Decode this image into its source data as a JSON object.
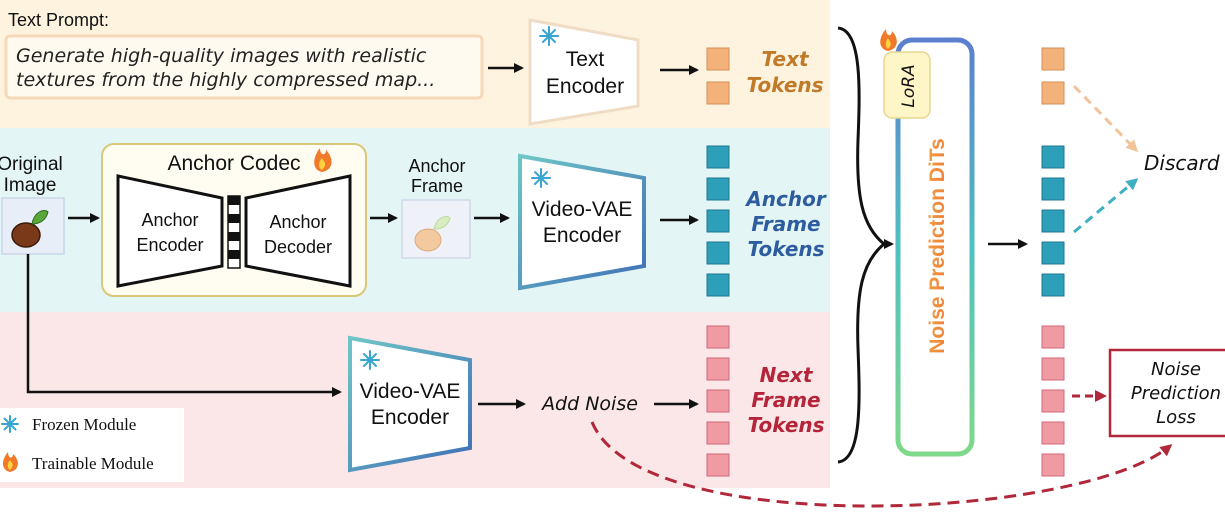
{
  "text_prompt": {
    "title": "Text Prompt:",
    "line1": "Generate high-quality images with realistic",
    "line2": "textures from the highly compressed map..."
  },
  "text_encoder": {
    "line1": "Text",
    "line2": "Encoder"
  },
  "text_tokens": {
    "line1": "Text",
    "line2": "Tokens"
  },
  "original_image": {
    "line1": "Original",
    "line2": "Image"
  },
  "anchor_codec": {
    "title": "Anchor Codec",
    "encoder_line1": "Anchor",
    "encoder_line2": "Encoder",
    "decoder_line1": "Anchor",
    "decoder_line2": "Decoder"
  },
  "anchor_frame": {
    "line1": "Anchor",
    "line2": "Frame"
  },
  "video_vae_top": {
    "line1": "Video-VAE",
    "line2": "Encoder"
  },
  "anchor_tokens": {
    "line1": "Anchor",
    "line2": "Frame",
    "line3": "Tokens"
  },
  "video_vae_bottom": {
    "line1": "Video-VAE",
    "line2": "Encoder"
  },
  "add_noise": "Add Noise",
  "next_tokens": {
    "line1": "Next",
    "line2": "Frame",
    "line3": "Tokens"
  },
  "legend": {
    "frozen": "Frozen Module",
    "trainable": "Trainable Module"
  },
  "lora": "LoRA",
  "dit": "Noise Prediction DiTs",
  "discard": "Discard",
  "loss": {
    "line1": "Noise",
    "line2": "Prediction",
    "line3": "Loss"
  },
  "colors": {
    "text_band": "#fdf3df",
    "anchor_band": "#e3f5f5",
    "next_band": "#fbe7e7",
    "text_token": "#f2b27a",
    "anchor_token": "#2e9fb8",
    "next_token": "#f09aa4",
    "text_token_label": "#c07a2a",
    "anchor_token_label": "#2d5d9e",
    "next_token_label": "#b5253a",
    "loss_border": "#b0283a"
  }
}
